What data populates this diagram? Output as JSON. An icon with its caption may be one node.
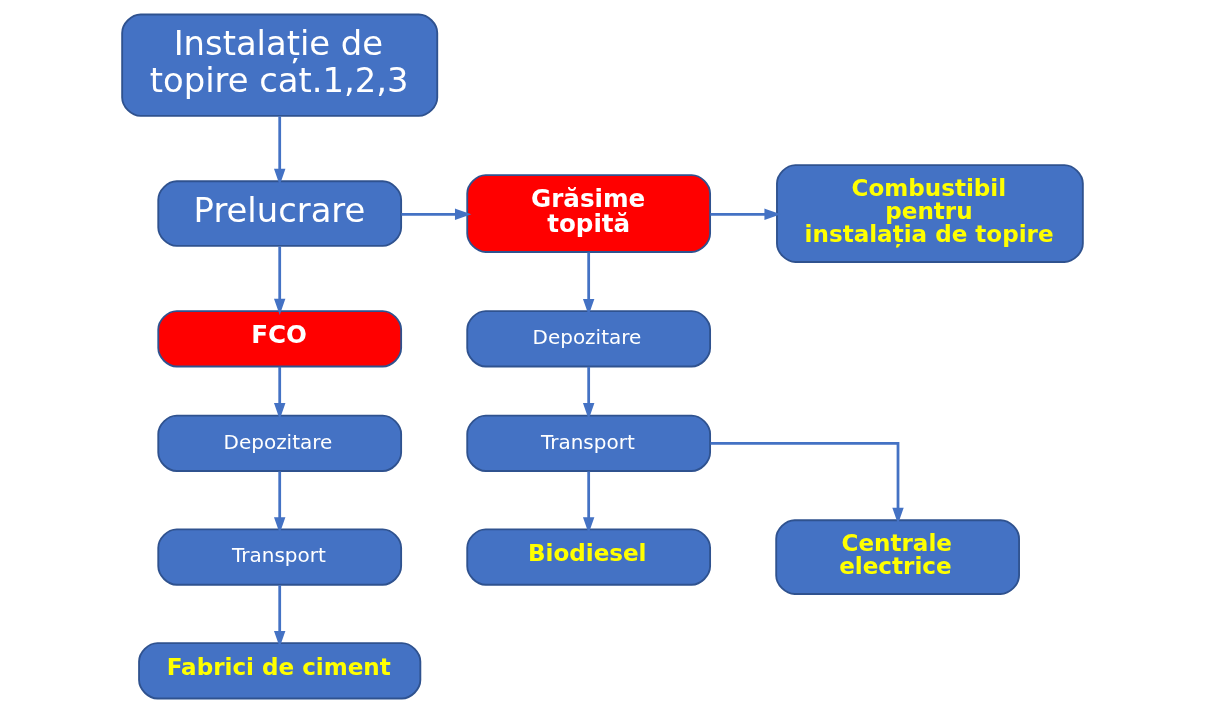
{
  "diagram": {
    "nodes": [
      {
        "text": [
          "Instalație de topire cat.1,2,3"
        ]
      },
      {
        "text": [
          "Prelucrare"
        ]
      },
      {
        "text": [
          "Grăsime topită"
        ]
      },
      {
        "text": [
          "Combustibil pentru instalația de topire"
        ]
      },
      {
        "text": [
          "Depozitare"
        ]
      },
      {
        "text": [
          "Transport"
        ]
      },
      {
        "text": [
          "Biodiesel"
        ]
      },
      {
        "text": [
          "Centrale electrice"
        ]
      },
      {
        "text": [
          "FCO"
        ]
      },
      {
        "text": [
          "Depozitare"
        ]
      },
      {
        "text": [
          "Transport"
        ]
      },
      {
        "text": [
          "Fabrici de ciment"
        ]
      }
    ],
    "edges": [
      {
        "from": 0,
        "to": 1,
        "arrow": "to"
      },
      {
        "from": 1,
        "to": 2,
        "arrow": "to"
      },
      {
        "from": 2,
        "to": 3,
        "arrow": "to"
      },
      {
        "from": 2,
        "to": 4,
        "arrow": "to"
      },
      {
        "from": 4,
        "to": 5,
        "arrow": "to"
      },
      {
        "from": 5,
        "to": 6,
        "arrow": "to"
      },
      {
        "from": 5,
        "to": 7,
        "arrow": "to"
      },
      {
        "from": 1,
        "to": 8,
        "arrow": "to"
      },
      {
        "from": 8,
        "to": 9,
        "arrow": "to"
      },
      {
        "from": 9,
        "to": 10,
        "arrow": "to"
      },
      {
        "from": 10,
        "to": 11,
        "arrow": "to"
      }
    ]
  }
}
